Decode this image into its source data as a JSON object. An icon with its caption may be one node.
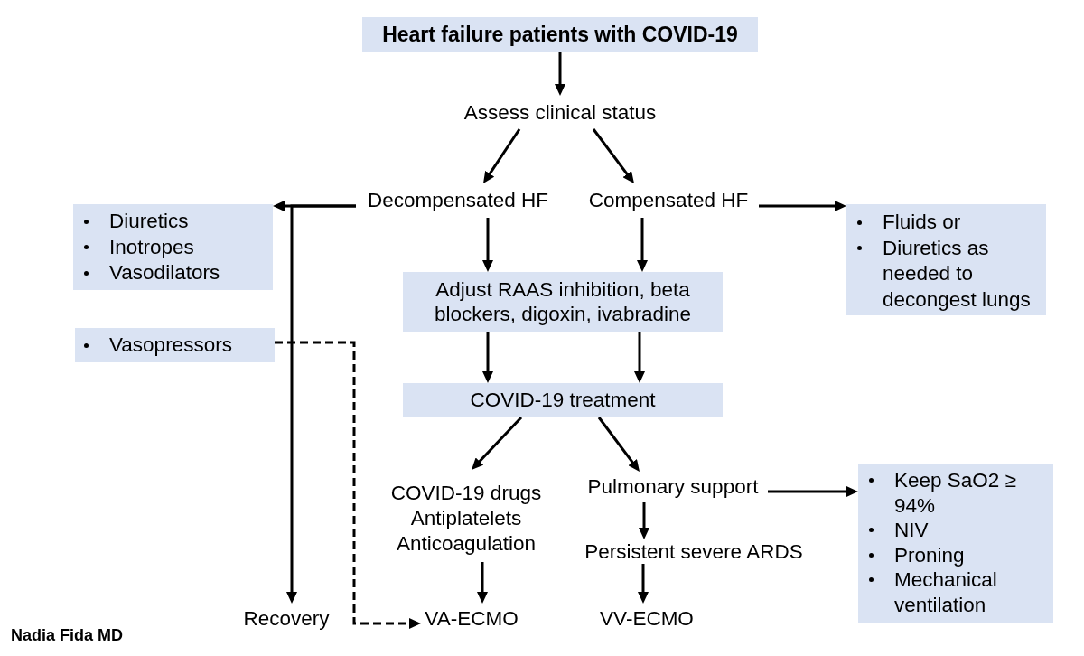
{
  "diagram": {
    "nodes": [
      {
        "text": [
          "Heart failure patients with COVID-19"
        ]
      },
      {
        "text": [
          "Assess clinical status"
        ]
      },
      {
        "text": [
          "Decompensated HF"
        ]
      },
      {
        "text": [
          "Compensated HF"
        ]
      },
      {
        "text": [
          "Diuretics",
          "Inotropes",
          "Vasodilators"
        ]
      },
      {
        "text": [
          "Fluids or",
          "Diuretics as needed to decongest lungs"
        ]
      },
      {
        "text": [
          "Adjust RAAS inhibition, beta blockers, digoxin, ivabradine"
        ]
      },
      {
        "text": [
          "Vasopressors"
        ]
      },
      {
        "text": [
          "COVID-19 treatment"
        ]
      },
      {
        "text": [
          "COVID-19 drugs",
          "Antiplatelets",
          "Anticoagulation"
        ]
      },
      {
        "text": [
          "Pulmonary support"
        ]
      },
      {
        "text": [
          "Keep SaO2 ≥ 94%",
          "NIV",
          "Proning",
          "Mechanical ventilation"
        ]
      },
      {
        "text": [
          "Persistent severe ARDS"
        ]
      },
      {
        "text": [
          "Recovery"
        ]
      },
      {
        "text": [
          "VA-ECMO"
        ]
      },
      {
        "text": [
          "VV-ECMO"
        ]
      }
    ],
    "edges": [
      {
        "from": 0,
        "to": 1,
        "arrow": "to"
      },
      {
        "from": 1,
        "to": 2,
        "arrow": "to"
      },
      {
        "from": 1,
        "to": 3,
        "arrow": "to"
      },
      {
        "from": 2,
        "to": 4,
        "arrow": "to"
      },
      {
        "from": 2,
        "to": 13,
        "arrow": "to"
      },
      {
        "from": 3,
        "to": 5,
        "arrow": "to"
      },
      {
        "from": 2,
        "to": 6,
        "arrow": "to"
      },
      {
        "from": 3,
        "to": 6,
        "arrow": "to"
      },
      {
        "from": 6,
        "to": 8,
        "arrow": "to"
      },
      {
        "from": 6,
        "to": 8,
        "arrow": "to"
      },
      {
        "from": 7,
        "to": 14,
        "arrow": "to",
        "style": "dashed"
      },
      {
        "from": 8,
        "to": 9,
        "arrow": "to"
      },
      {
        "from": 8,
        "to": 10,
        "arrow": "to"
      },
      {
        "from": 9,
        "to": 14,
        "arrow": "to"
      },
      {
        "from": 10,
        "to": 11,
        "arrow": "to"
      },
      {
        "from": 10,
        "to": 12,
        "arrow": "to"
      },
      {
        "from": 12,
        "to": 15,
        "arrow": "to"
      }
    ],
    "labels": [
      "Nadia Fida MD"
    ]
  }
}
